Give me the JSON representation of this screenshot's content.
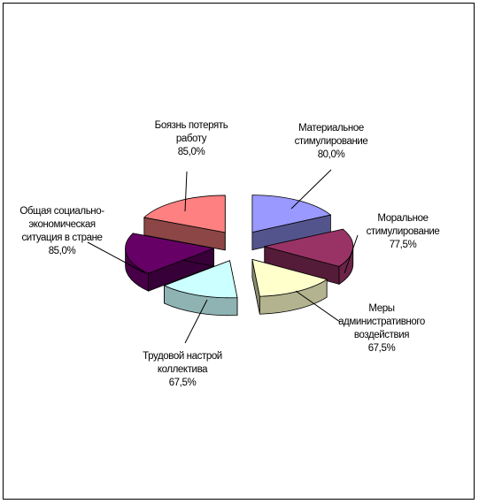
{
  "chart_data": {
    "type": "pie",
    "exploded": true,
    "style": "3d",
    "slices": [
      {
        "lines": [
          "Материальное",
          "стимулирование"
        ],
        "value_label": "80,0%",
        "value": 80.0,
        "color": "#9999ff"
      },
      {
        "lines": [
          "Моральное",
          "стимулирование"
        ],
        "value_label": "77,5%",
        "value": 77.5,
        "color": "#993366"
      },
      {
        "lines": [
          "Меры",
          "административного",
          "воздействия"
        ],
        "value_label": "67,5%",
        "value": 67.5,
        "color": "#ffffcc"
      },
      {
        "lines": [
          "Трудовой настрой",
          "коллектива"
        ],
        "value_label": "67,5%",
        "value": 67.5,
        "color": "#ccffff"
      },
      {
        "lines": [
          "Общая социально-",
          "экономическая",
          "ситуация в стране"
        ],
        "value_label": "85,0%",
        "value": 85.0,
        "color": "#660066"
      },
      {
        "lines": [
          "Боязнь потерять",
          "работу"
        ],
        "value_label": "85,0%",
        "value": 85.0,
        "color": "#ff8080"
      }
    ]
  }
}
